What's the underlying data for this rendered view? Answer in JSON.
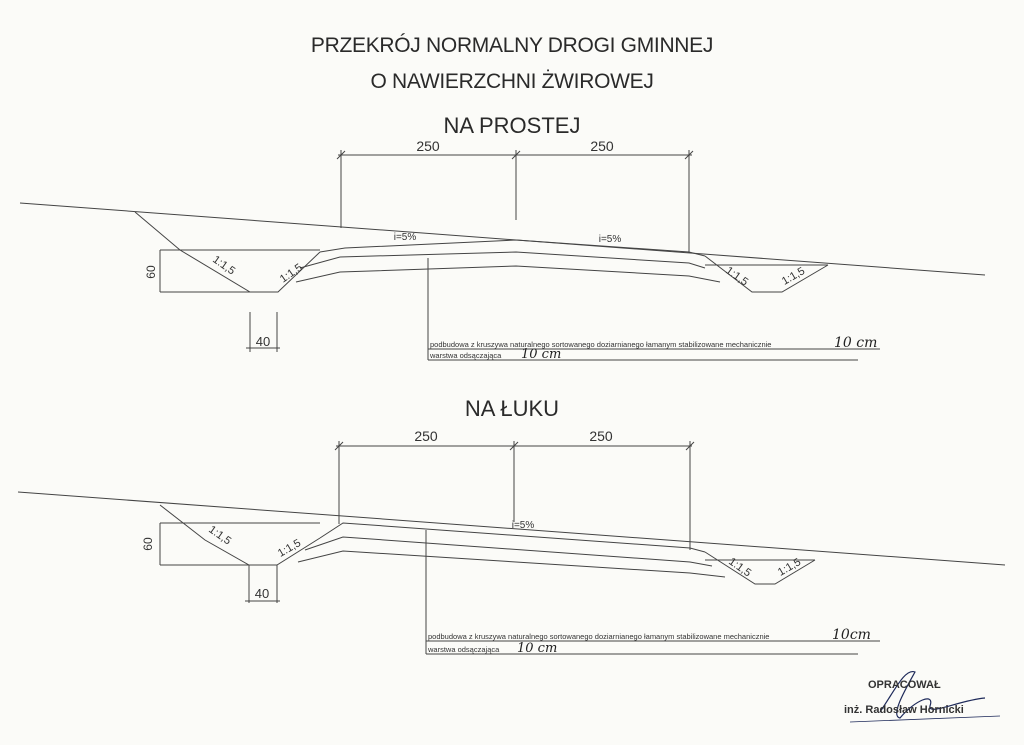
{
  "title": {
    "line1": "PRZEKRÓJ NORMALNY DROGI GMINNEJ",
    "line2": "O NAWIERZCHNI ŻWIROWEJ"
  },
  "sections": [
    {
      "heading": "NA PROSTEJ",
      "dim_left": "250",
      "dim_right": "250",
      "slope_left": "i=5%",
      "slope_right": "i=5%",
      "ditch_slope_1": "1:1,5",
      "ditch_slope_2": "1:1,5",
      "ditch_slope_3": "1:1,5",
      "ditch_slope_4": "1:1,5",
      "depth": "60",
      "bottom_width": "40",
      "layer1_text": "podbudowa z kruszywa naturalnego sortowanego doziarnianego łamanym stabilizowane mechanicznie",
      "layer1_value": "10 cm",
      "layer2_text": "warstwa odsączająca",
      "layer2_value": "10 cm"
    },
    {
      "heading": "NA ŁUKU",
      "dim_left": "250",
      "dim_right": "250",
      "slope": "i=5%",
      "ditch_slope_1": "1:1,5",
      "ditch_slope_2": "1:1,5",
      "ditch_slope_3": "1:1,5",
      "ditch_slope_4": "1:1,5",
      "depth": "60",
      "bottom_width": "40",
      "layer1_text": "podbudowa z kruszywa naturalnego sortowanego doziarnianego łamanym stabilizowane mechanicznie",
      "layer1_value": "10cm",
      "layer2_text": "warstwa odsączająca",
      "layer2_value": "10 cm"
    }
  ],
  "signature": {
    "title": "OPRACOWAŁ",
    "name": "inż. Radosław Hornicki"
  },
  "colors": {
    "ink": "#333333",
    "paper": "#fbfbf8"
  }
}
